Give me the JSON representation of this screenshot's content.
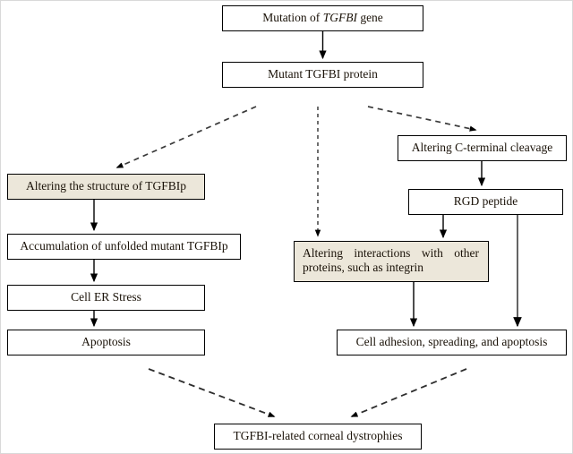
{
  "diagram": {
    "title": "TGFBI gene mutation pathway flowchart",
    "background_color": "#ffffff",
    "stroke_color": "#000000",
    "highlight_fill": "#ece7da",
    "plain_fill": "#ffffff"
  },
  "nodes": {
    "mutation_gene": {
      "text_before": "Mutation of ",
      "text_italic": "TGFBI",
      "text_after": " gene",
      "fill": "#ffffff"
    },
    "mutant_protein": {
      "label": "Mutant TGFBI protein",
      "fill": "#ffffff"
    },
    "altering_structure": {
      "label": "Altering the structure of TGFBIp",
      "fill": "#ece7da"
    },
    "accumulation": {
      "label": "Accumulation of unfolded mutant TGFBIp",
      "fill": "#ffffff"
    },
    "cell_er_stress": {
      "label": "Cell ER Stress",
      "fill": "#ffffff"
    },
    "apoptosis": {
      "label": "Apoptosis",
      "fill": "#ffffff"
    },
    "altering_cleavage": {
      "label": "Altering C-terminal cleavage",
      "fill": "#ffffff"
    },
    "rgd_peptide": {
      "label": "RGD peptide",
      "fill": "#ffffff"
    },
    "altering_interactions": {
      "line1": "Altering interactions with other",
      "line2": "proteins, such as integrin",
      "fill": "#ece7da"
    },
    "cell_adhesion": {
      "label": "Cell adhesion, spreading, and apoptosis",
      "fill": "#ffffff"
    },
    "corneal_dystrophies": {
      "label": "TGFBI-related corneal dystrophies",
      "fill": "#ffffff"
    }
  },
  "edges": [
    {
      "id": "gene-to-protein",
      "from": "mutation_gene",
      "to": "mutant_protein",
      "style": "solid"
    },
    {
      "id": "protein-to-structure",
      "from": "mutant_protein",
      "to": "altering_structure",
      "style": "dashed"
    },
    {
      "id": "protein-to-interactions",
      "from": "mutant_protein",
      "to": "altering_interactions",
      "style": "dashed"
    },
    {
      "id": "protein-to-cleavage",
      "from": "mutant_protein",
      "to": "altering_cleavage",
      "style": "dashed"
    },
    {
      "id": "structure-to-accumulation",
      "from": "altering_structure",
      "to": "accumulation",
      "style": "solid"
    },
    {
      "id": "accumulation-to-stress",
      "from": "accumulation",
      "to": "cell_er_stress",
      "style": "solid"
    },
    {
      "id": "stress-to-apoptosis",
      "from": "cell_er_stress",
      "to": "apoptosis",
      "style": "solid"
    },
    {
      "id": "cleavage-to-rgd",
      "from": "altering_cleavage",
      "to": "rgd_peptide",
      "style": "solid"
    },
    {
      "id": "rgd-to-interactions",
      "from": "rgd_peptide",
      "to": "altering_interactions",
      "style": "solid"
    },
    {
      "id": "rgd-to-adhesion",
      "from": "rgd_peptide",
      "to": "cell_adhesion",
      "style": "solid"
    },
    {
      "id": "interactions-to-adhesion",
      "from": "altering_interactions",
      "to": "cell_adhesion",
      "style": "solid"
    },
    {
      "id": "apoptosis-to-dystrophies",
      "from": "apoptosis",
      "to": "corneal_dystrophies",
      "style": "dashed"
    },
    {
      "id": "adhesion-to-dystrophies",
      "from": "cell_adhesion",
      "to": "corneal_dystrophies",
      "style": "dashed"
    }
  ]
}
